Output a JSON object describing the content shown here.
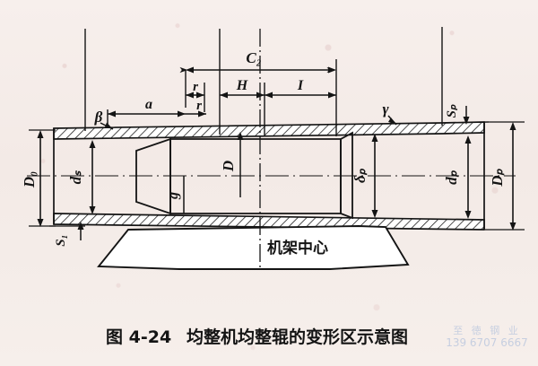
{
  "figure": {
    "caption_number": "图 4-24",
    "caption_title": "均整机均整辊的变形区示意图",
    "center_line_label": "机架中心"
  },
  "watermark": {
    "company": "至 徳 钢 业",
    "phone": "139 6707 6667"
  },
  "labels": {
    "C2": "C₂",
    "r_top": "r",
    "r_bottom": "r",
    "H": "H",
    "I": "I",
    "a": "a",
    "beta": "β",
    "gamma": "γ",
    "D0": "D₀",
    "ds": "dₛ",
    "S1": "S₁",
    "g": "g",
    "D": "D",
    "delta_p": "δₚ",
    "Sp": "Sₚ",
    "dp": "dₚ",
    "Dp": "Dₚ"
  },
  "colors": {
    "ink": "#141414",
    "paper": "#f4ece9",
    "watermark": "#9fb4d8"
  }
}
